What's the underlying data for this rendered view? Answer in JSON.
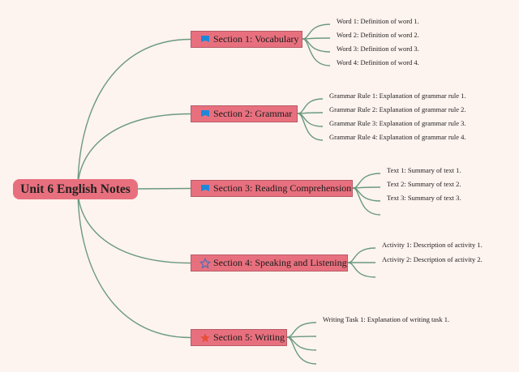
{
  "root": {
    "label": "Unit 6 English Notes"
  },
  "sections": [
    {
      "label": "Section 1: Vocabulary",
      "icon": "flag-icon",
      "items": [
        "Word 1: Definition of word 1.",
        "Word 2: Definition of word 2.",
        "Word 3: Definition of word 3.",
        "Word 4: Definition of word 4."
      ]
    },
    {
      "label": "Section 2: Grammar",
      "icon": "flag-icon",
      "items": [
        "Grammar Rule 1: Explanation of grammar rule 1.",
        "Grammar Rule 2: Explanation of grammar rule 2.",
        "Grammar Rule 3: Explanation of grammar rule 3.",
        "Grammar Rule 4: Explanation of grammar rule 4."
      ]
    },
    {
      "label": "Section 3: Reading Comprehension",
      "icon": "flag-icon",
      "items": [
        "Text 1: Summary of text 1.",
        "Text 2: Summary of text 2.",
        "Text 3: Summary of text 3."
      ]
    },
    {
      "label": "Section 4: Speaking and Listening",
      "icon": "star-outline-icon",
      "items": [
        "Activity 1: Description of activity 1.",
        "Activity 2: Description of activity 2."
      ]
    },
    {
      "label": "Section 5: Writing",
      "icon": "star-filled-icon",
      "items": [
        "Writing Task 1: Explanation of writing task 1."
      ]
    }
  ],
  "colors": {
    "background": "#fdf3ef",
    "node_fill": "#e8707e",
    "connector": "#6a9a7e",
    "flag_icon": "#1e88d8",
    "star_outline": "#4a6fb5",
    "star_filled": "#e8503a"
  }
}
